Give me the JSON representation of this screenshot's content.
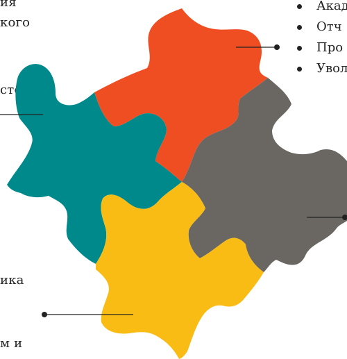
{
  "left_text": {
    "line1": "ия",
    "line2": "кого",
    "line3": "стемы",
    "line4": "ика",
    "line5": "м и"
  },
  "bullets": [
    "Акад",
    "Отч",
    "Про",
    "Увол"
  ],
  "colors": {
    "red": "#ef4e23",
    "teal": "#00898a",
    "gray": "#6a6763",
    "yellow": "#f9bc15",
    "line": "#222222"
  }
}
